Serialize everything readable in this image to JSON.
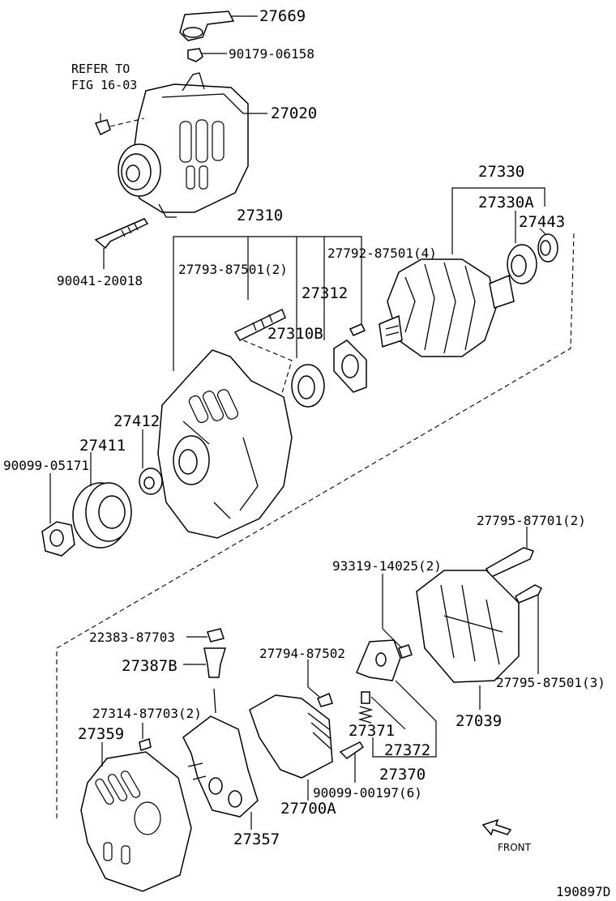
{
  "diagram": {
    "figure_id": "190897D",
    "refer_note_line1": "REFER TO",
    "refer_note_line2": "FIG 16-03",
    "front_label": "FRONT",
    "labels": {
      "p27669": "27669",
      "p90179": "90179-06158",
      "p27020": "27020",
      "p90041": "90041-20018",
      "p27330": "27330",
      "p27330A": "27330A",
      "p27443": "27443",
      "p27310": "27310",
      "p27793": "27793-87501(2)",
      "p27792": "27792-87501(4)",
      "p27312": "27312",
      "p27310B": "27310B",
      "p27412": "27412",
      "p27411": "27411",
      "p90099_05171": "90099-05171",
      "p27795_87701": "27795-87701(2)",
      "p93319": "93319-14025(2)",
      "p22383": "22383-87703",
      "p27387B": "27387B",
      "p27794": "27794-87502",
      "p27314": "27314-87703(2)",
      "p27359": "27359",
      "p27371": "27371",
      "p27372": "27372",
      "p27370": "27370",
      "p27795_87501": "27795-87501(3)",
      "p27039": "27039",
      "p90099_00197": "90099-00197(6)",
      "p27700A": "27700A",
      "p27357": "27357"
    }
  }
}
